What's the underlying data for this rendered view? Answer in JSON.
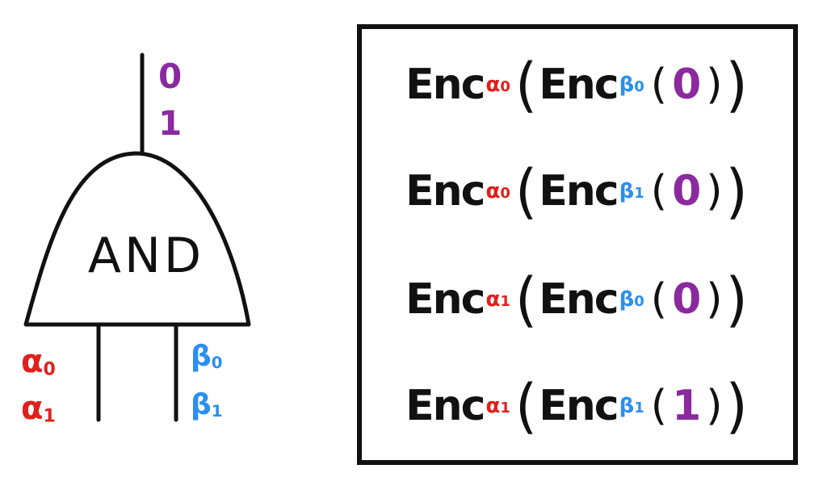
{
  "colors": {
    "ink": "#111111",
    "alpha": "#e0201c",
    "beta": "#2a8ff0",
    "output": "#8a2a9e"
  },
  "gate": {
    "label": "AND",
    "output_labels": [
      "0",
      "1"
    ],
    "input_a": {
      "symbol": "α",
      "subscripts": [
        "0",
        "1"
      ]
    },
    "input_b": {
      "symbol": "β",
      "subscripts": [
        "0",
        "1"
      ]
    }
  },
  "garbled_table": {
    "func_text": "Enc",
    "rows": [
      {
        "outer_sub": "0",
        "inner_sub": "0",
        "value": "0"
      },
      {
        "outer_sub": "0",
        "inner_sub": "1",
        "value": "0"
      },
      {
        "outer_sub": "1",
        "inner_sub": "0",
        "value": "0"
      },
      {
        "outer_sub": "1",
        "inner_sub": "1",
        "value": "1"
      }
    ]
  }
}
